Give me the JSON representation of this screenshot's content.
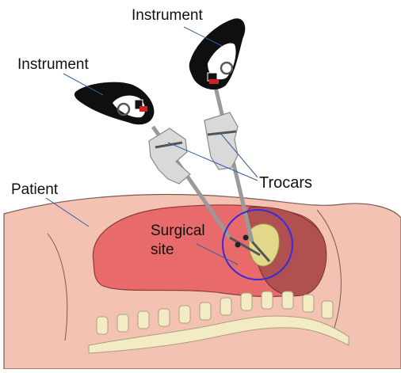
{
  "labels": {
    "instrument_top": "Instrument",
    "instrument_left": "Instrument",
    "trocars": "Trocars",
    "patient": "Patient",
    "surgical_site_line1": "Surgical",
    "surgical_site_line2": "site"
  },
  "colors": {
    "skin": "#f4c2b2",
    "skin_stroke": "#7a5a52",
    "cavity": "#e86a6a",
    "organ_dark": "#b05050",
    "organ_yellow": "#e2d88a",
    "spine": "#f3ebc4",
    "spine_stroke": "#a8a07a",
    "handle_black": "#0f0f0f",
    "trocar_gray": "#d9d9d9",
    "shaft_gray": "#9a9a9a",
    "red_button": "#cc2222",
    "leader_line": "#2f5fa8",
    "focus_circle": "#3a2bd8"
  },
  "icons": [
    "instrument-handle-icon",
    "trocar-icon",
    "focus-circle-icon"
  ]
}
